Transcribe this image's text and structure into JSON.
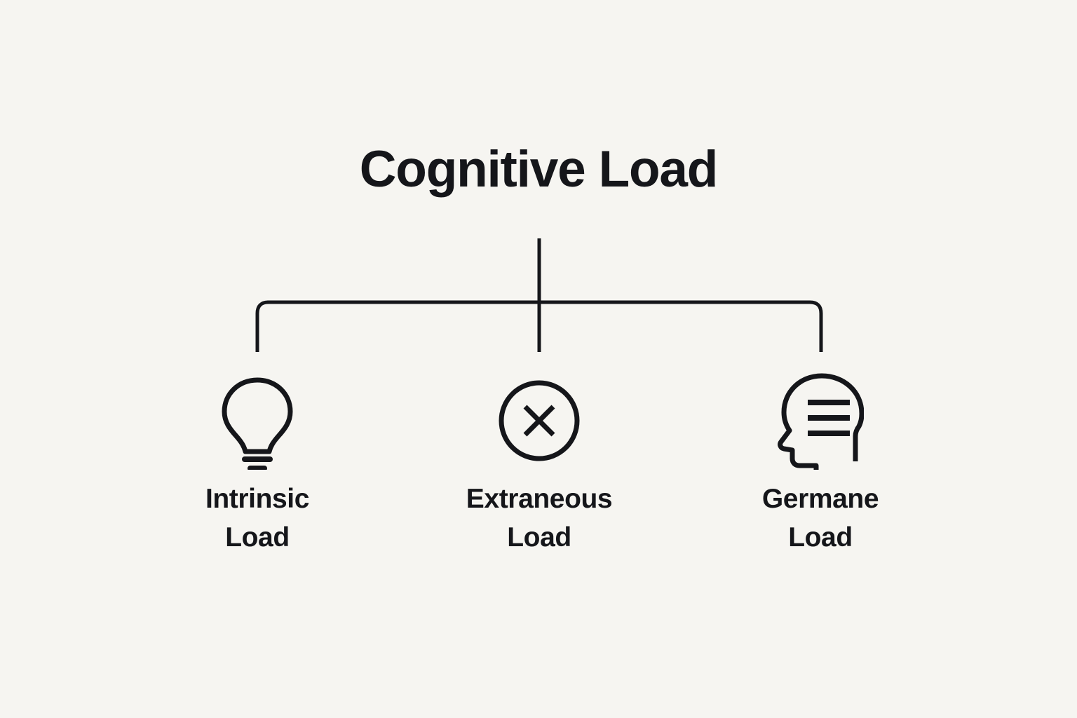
{
  "diagram": {
    "title": "Cognitive Load",
    "type": "hierarchy-tree",
    "background_color": "#f6f5f1",
    "stroke_color": "#15161a",
    "branches": [
      {
        "icon": "lightbulb-icon",
        "label_line1": "Intrinsic",
        "label_line2": "Load",
        "label_full": "Intrinsic Load"
      },
      {
        "icon": "circle-x-icon",
        "label_line1": "Extraneous",
        "label_line2": "Load",
        "label_full": "Extraneous Load"
      },
      {
        "icon": "head-profile-lines-icon",
        "label_line1": "Germane",
        "label_line2": "Load",
        "label_full": "Germane Load"
      }
    ]
  }
}
